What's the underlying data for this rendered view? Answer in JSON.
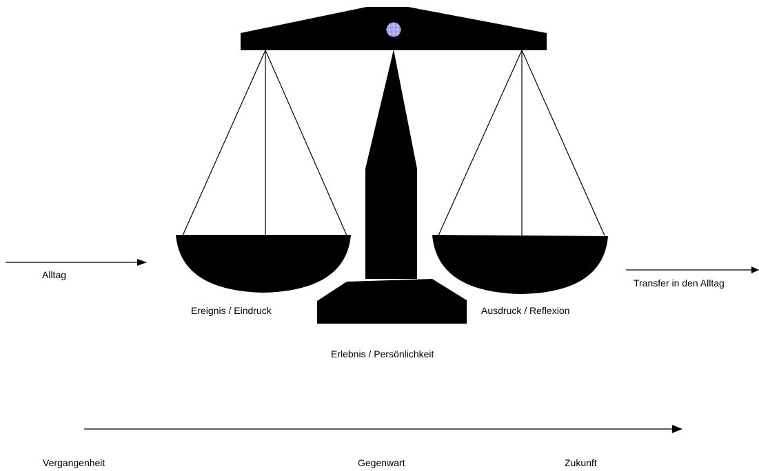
{
  "labels": {
    "alltag": "Alltag",
    "transfer": "Transfer in den Alltag",
    "ereignis": "Ereignis / Eindruck",
    "ausdruck": "Ausdruck / Reflexion",
    "erlebnis": "Erlebnis / Persönlichkeit",
    "vergangenheit": "Vergangenheit",
    "gegenwart": "Gegenwart",
    "zukunft": "Zukunft"
  },
  "colors": {
    "shape": "#000000",
    "knob_fill": "#9a9aee",
    "knob_grid": "#d8d8ff",
    "background": "#ffffff"
  },
  "icons": {
    "scale": "balance-scale-icon",
    "pivot": "pivot-knob-icon"
  }
}
